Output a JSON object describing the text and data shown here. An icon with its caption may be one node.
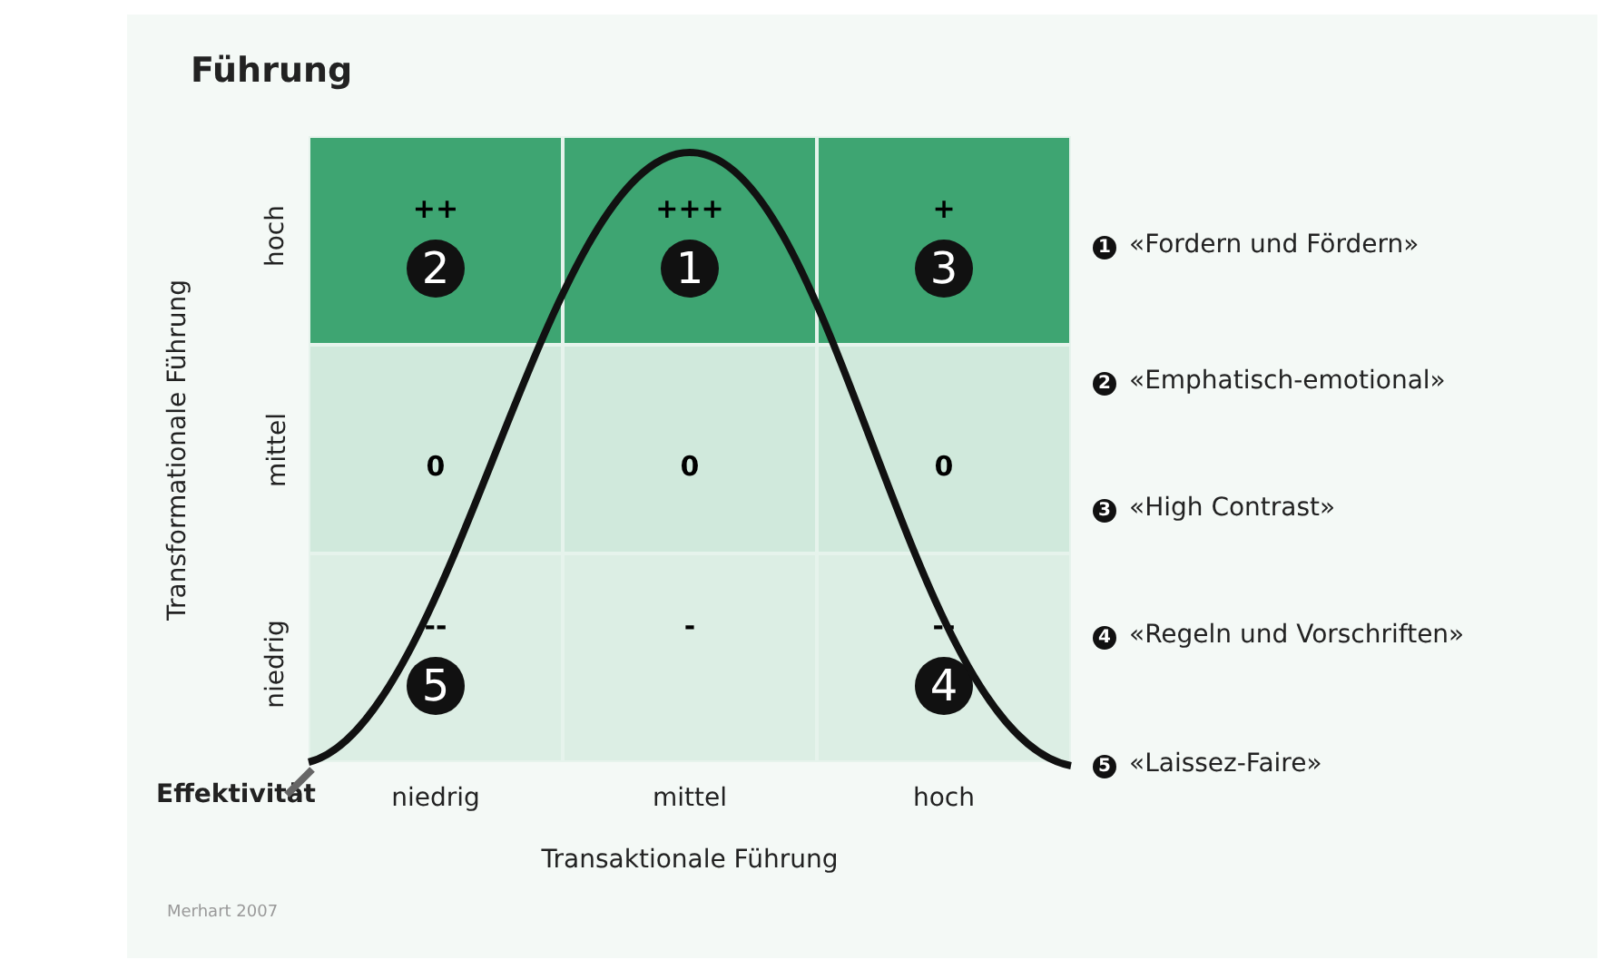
{
  "diagram": {
    "title": "Führung",
    "nodes": [
      {
        "text": [
          "++"
        ]
      },
      {
        "text": [
          "2"
        ],
        "in": 0
      },
      {
        "text": [
          "+++"
        ]
      },
      {
        "text": [
          "1"
        ],
        "in": 2
      },
      {
        "text": [
          "+"
        ]
      },
      {
        "text": [
          "3"
        ],
        "in": 4
      },
      {
        "text": [
          "0"
        ]
      },
      {
        "text": [
          "0"
        ]
      },
      {
        "text": [
          "0"
        ]
      },
      {
        "text": [
          "--"
        ]
      },
      {
        "text": [
          "5"
        ],
        "in": 9
      },
      {
        "text": [
          "-"
        ]
      },
      {
        "text": [
          "--"
        ]
      },
      {
        "text": [
          "4"
        ],
        "in": 12
      }
    ],
    "labels": [
      "Transformationale Führung",
      "hoch",
      "mittel",
      "niedrig",
      "1",
      "«Fordern und Fördern»",
      "2",
      "«Emphatisch-emotional»",
      "3",
      "«High Contrast»",
      "4",
      "«Regeln und Vorschriften»",
      "5",
      "«Laissez-Faire»",
      "Effektivität",
      "niedrig",
      "mittel",
      "hoch",
      "Transaktionale Führung",
      "Merhart 2007"
    ]
  }
}
